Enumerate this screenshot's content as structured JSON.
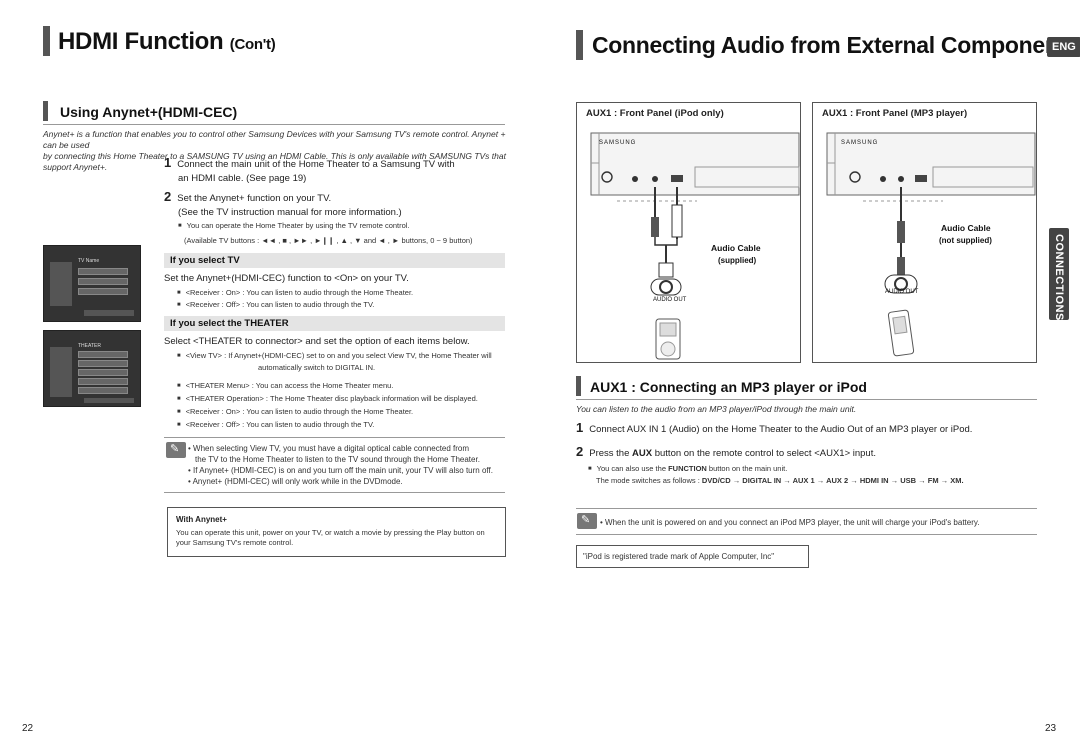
{
  "left": {
    "title": "HDMI Function",
    "title_suffix": "(Con't)",
    "section_title": "Using Anynet+(HDMI-CEC)",
    "intro_line1": "Anynet+ is a function that enables you to control other Samsung Devices with your Samsung TV's remote control. Anynet + can be used",
    "intro_line2": "by connecting this Home Theater to a SAMSUNG TV using an HDMI Cable. This is only available with SAMSUNG TVs that support Anynet+.",
    "step1_num": "1",
    "step1_line1": "Connect the main unit of the Home Theater to a Samsung TV with",
    "step1_line2": "an HDMI cable. (See page 19)",
    "step2_num": "2",
    "step2_line1": "Set the Anynet+ function on your TV.",
    "step2_line2": "(See the TV instruction manual for more information.)",
    "step2_bullet": "You can operate the Home Theater by using the TV remote control.",
    "step2_buttons": "(Available TV buttons : ◄◄ , ■ , ►► , ►❙❙ , ▲ , ▼ and ◄ , ► buttons, 0 ~ 9 button)",
    "if_tv": "If you select TV",
    "if_tv_line": "Set the Anynet+(HDMI-CEC) function to <On> on your TV.",
    "if_tv_b1": "<Receiver : On> : You can listen to audio through the Home Theater.",
    "if_tv_b2": "<Receiver : Off> : You can listen to audio through the TV.",
    "if_theater": "If you select the THEATER",
    "if_theater_line": "Select <THEATER to connector> and set the option of each items below.",
    "th_b1a": "<View TV> : If Anynet+(HDMI-CEC) set to on and you select View TV, the Home Theater will",
    "th_b1b": "automatically switch to DIGITAL IN.",
    "th_b2": "<THEATER Menu> : You can access the Home Theater menu.",
    "th_b3": "<THEATER Operation> : The Home Theater disc playback information will be displayed.",
    "th_b4": "<Receiver : On> : You can listen to audio through the Home Theater.",
    "th_b5": "<Receiver : Off> : You can listen to audio through the TV.",
    "note1a": "• When selecting View TV, you must have a digital optical cable connected from",
    "note1b": "the TV to the Home Theater to listen to the TV sound through the Home Theater.",
    "note2": "• If Anynet+ (HDMI-CEC) is on and you turn off the main unit, your TV will also turn off.",
    "note3": "• Anynet+ (HDMI-CEC) will only work while in the DVDmode.",
    "with_title": "With Anynet+",
    "with_line1": "You can operate this unit, power on your TV, or watch a movie by pressing the Play button on",
    "with_line2": "your Samsung TV's remote control.",
    "shot1_title": "TV Name",
    "shot2_title": "THEATER",
    "page_number": "22"
  },
  "right": {
    "title": "Connecting Audio from External Components",
    "eng_tab": "ENG",
    "connections_tab": "CONNECTIONS",
    "panel1_title": "AUX1 : Front Panel (iPod only)",
    "panel2_title": "AUX1 : Front Panel (MP3 player)",
    "brand": "SAMSUNG",
    "cable1_label": "Audio Cable",
    "cable1_sub": "(supplied)",
    "cable2_label": "Audio Cable",
    "cable2_sub": "(not supplied)",
    "audio_out1": "AUDIO OUT",
    "audio_out2": "AUDIO OUT",
    "section_title": "AUX1 : Connecting an MP3 player or iPod",
    "intro": "You can listen to the audio from an MP3 player/iPod through the main unit.",
    "step1_num": "1",
    "step1": "Connect AUX IN 1 (Audio) on the Home Theater to the Audio Out of an MP3 player or iPod.",
    "step2_num": "2",
    "step2_pre": "Press the ",
    "step2_bold": "AUX",
    "step2_post": " button on the remote control to select <AUX1> input.",
    "bullet_pre": "You can also use the ",
    "bullet_bold": "FUNCTION",
    "bullet_post": " button on the main unit.",
    "mode_pre": "The mode switches as follows : ",
    "mode_seq": "DVD/CD → DIGITAL IN → AUX 1 → AUX 2 → HDMI IN → USB → FM → XM.",
    "note": "• When the unit is powered on and you connect an iPod MP3 player, the unit will charge your iPod's battery.",
    "trademark": "\"iPod is registered trade mark of Apple Computer, Inc\"",
    "page_number": "23"
  }
}
